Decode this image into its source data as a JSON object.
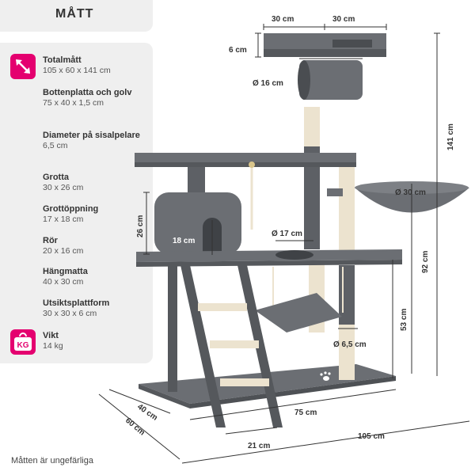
{
  "header": {
    "title": "MÅTT"
  },
  "specs": [
    {
      "label": "Totalmått",
      "value": "105 x 60 x 141 cm",
      "icon": "resize-diagonal-icon"
    },
    {
      "label": "Bottenplatta och golv",
      "value": "75 x 40 x 1,5 cm"
    },
    {
      "label": "Diameter på sisalpelare",
      "value": "6,5 cm"
    },
    {
      "label": "Grotta",
      "value": "30 x 26 cm"
    },
    {
      "label": "Grottöppning",
      "value": "17 x 18 cm"
    },
    {
      "label": "Rör",
      "value": "20 x 16 cm"
    },
    {
      "label": "Hängmatta",
      "value": "40 x 30 cm"
    },
    {
      "label": "Utsiktsplattform",
      "value": "30 x 30 x 6 cm"
    },
    {
      "label": "Vikt",
      "value": "14 kg",
      "icon": "weight-kg-icon",
      "icon_text": "KG"
    }
  ],
  "footer_note": "Måtten är ungefärliga",
  "dimensions": {
    "top_left_width": "30 cm",
    "top_right_width": "30 cm",
    "top_height": "6 cm",
    "tube_diameter": "Ø 16 cm",
    "total_height": "141 cm",
    "hammock_diameter": "Ø 30 cm",
    "hammock_height": "92 cm",
    "cave_height": "26 cm",
    "cave_opening": "18 cm",
    "hole_diameter": "Ø 17 cm",
    "platform_height": "53 cm",
    "post_diameter": "Ø 6,5 cm",
    "base_depth": "40 cm",
    "total_depth": "60 cm",
    "base_width": "75 cm",
    "step_width": "21 cm",
    "total_width": "105 cm"
  },
  "colors": {
    "accent": "#e4006f",
    "plush": "#6b6e73",
    "plush_dark": "#55585c",
    "sisal": "#ece3cf"
  }
}
